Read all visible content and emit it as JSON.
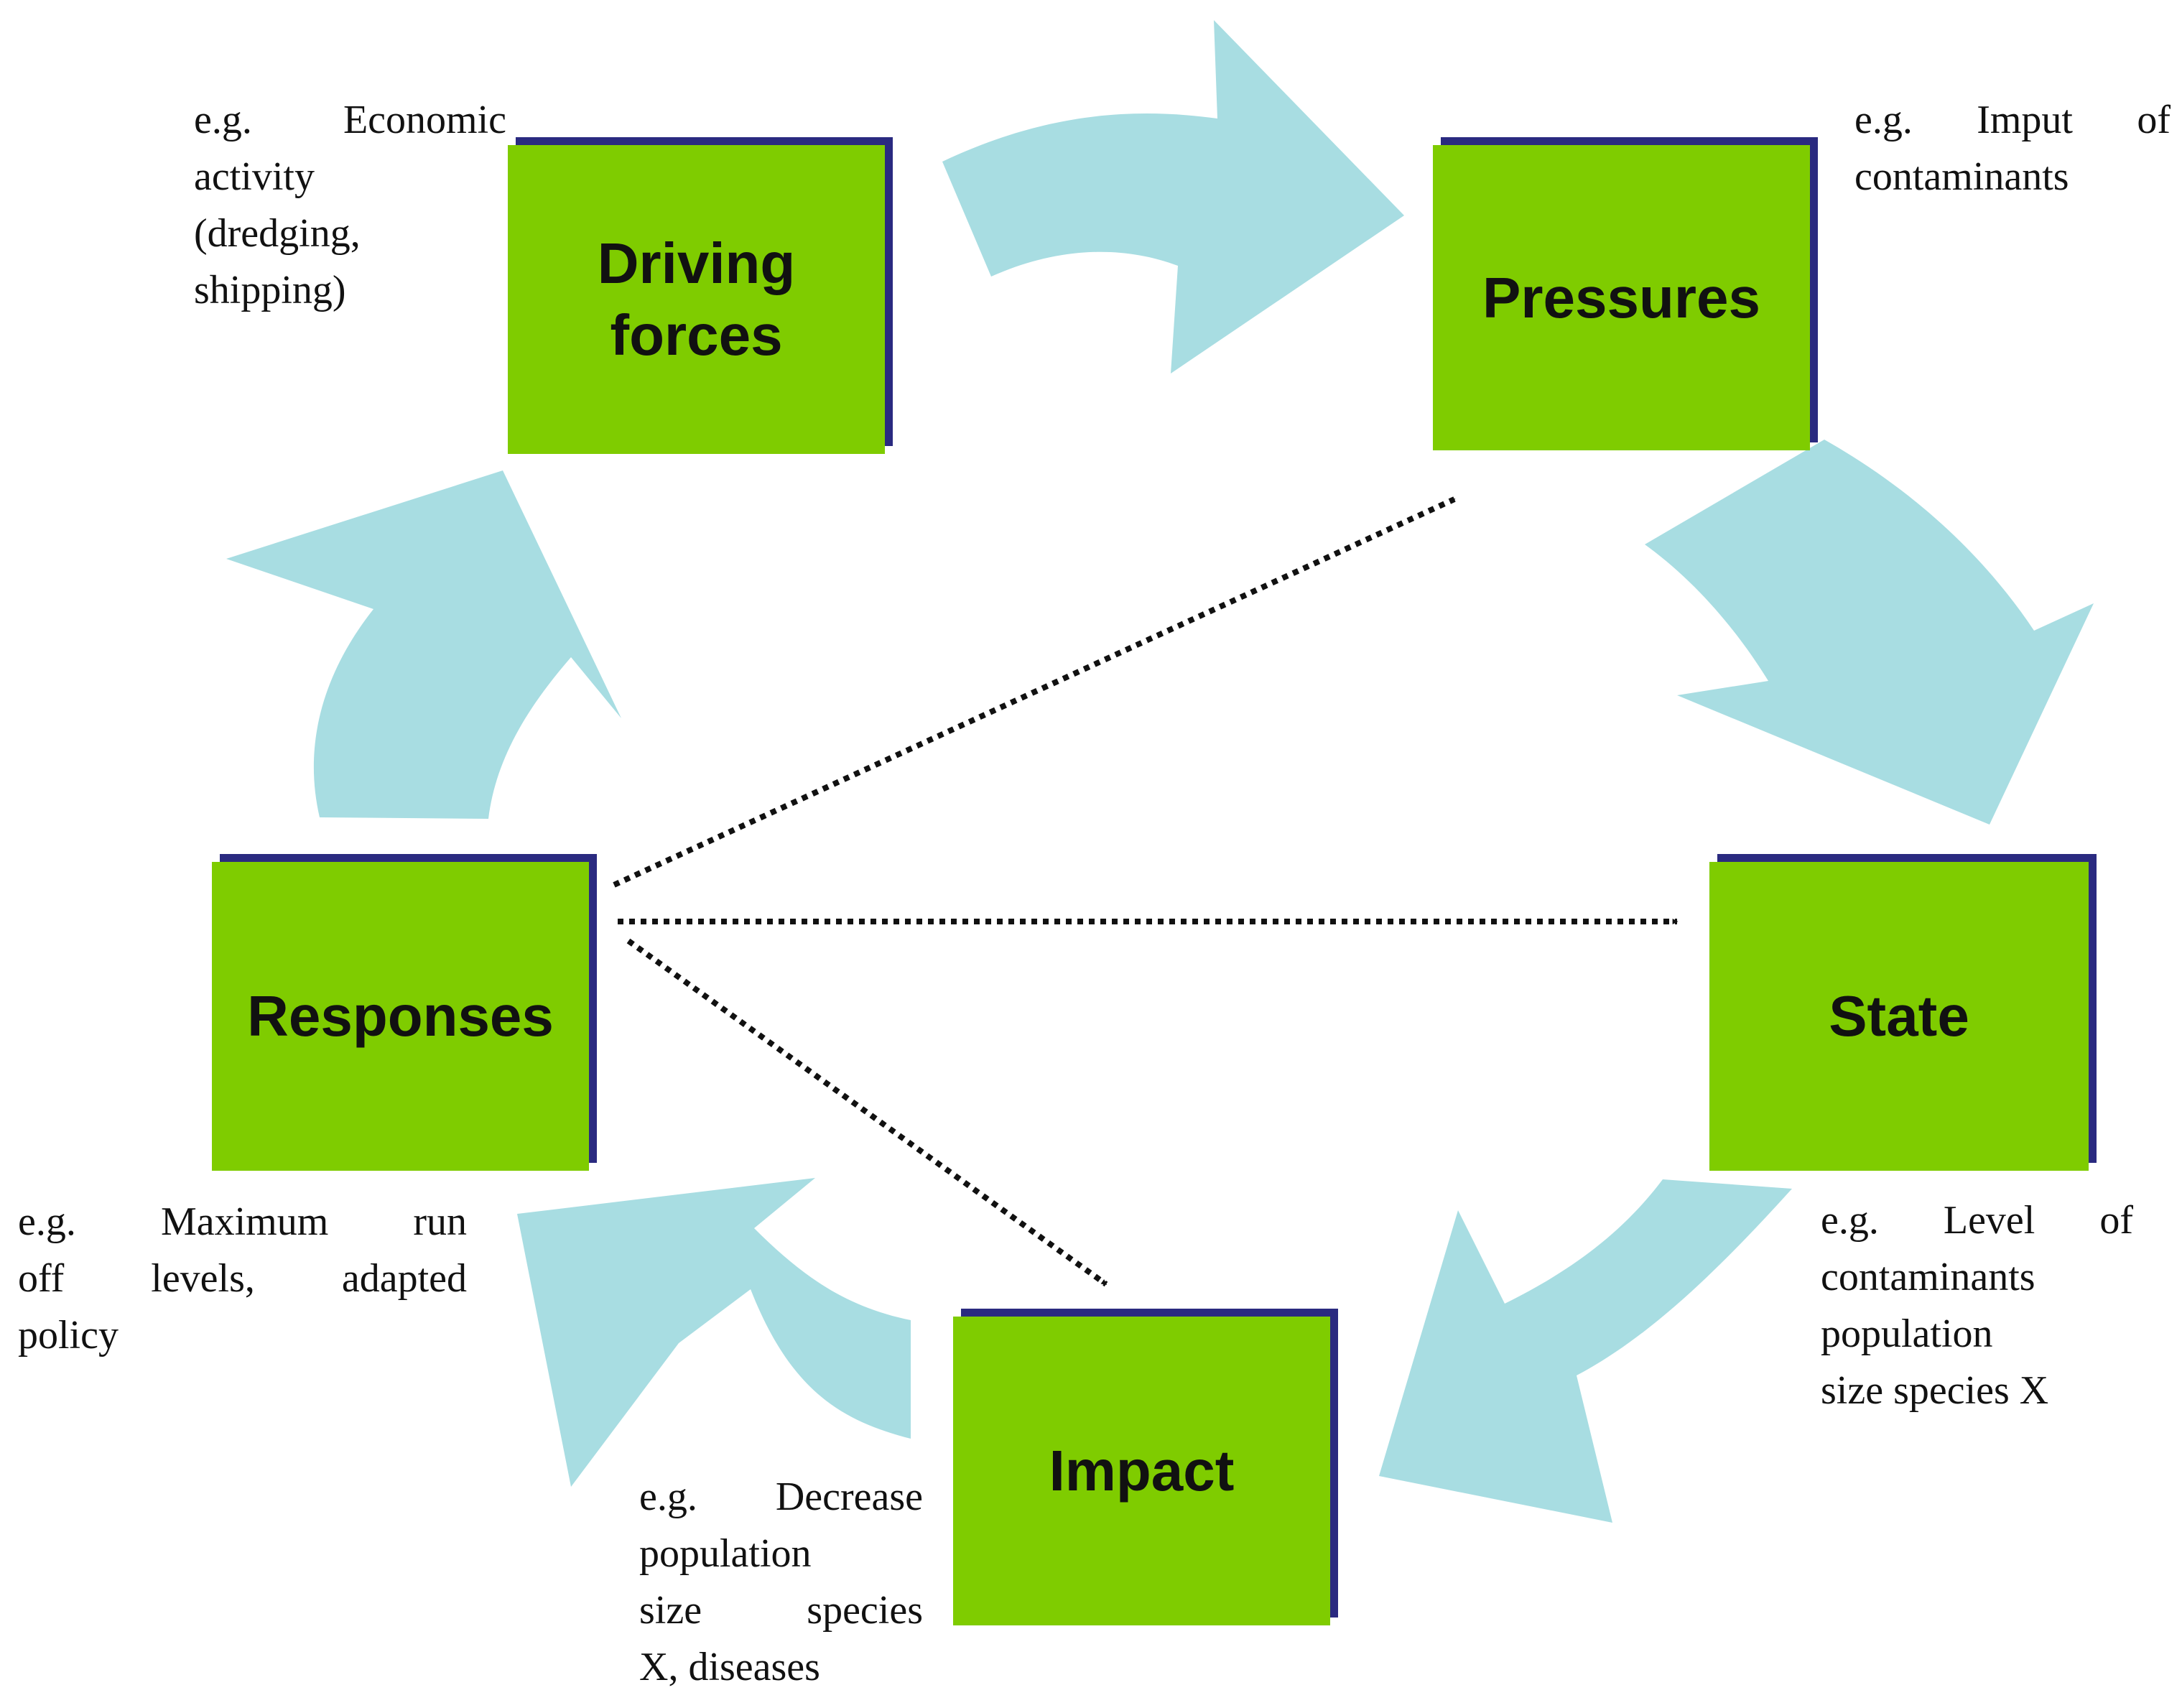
{
  "nodes": {
    "driving": {
      "lines": [
        "Driving",
        "forces"
      ]
    },
    "pressures": {
      "lines": [
        "Pressures"
      ]
    },
    "state": {
      "lines": [
        "State"
      ]
    },
    "impact": {
      "lines": [
        "Impact"
      ]
    },
    "responses": {
      "lines": [
        "Responses"
      ]
    }
  },
  "examples": {
    "driving": [
      "e.g. Economic",
      "activity",
      "(dredging,",
      "shipping)"
    ],
    "pressures": [
      "e.g. Imput of",
      "contaminants"
    ],
    "state": [
      "e.g. Level of",
      "contaminants",
      "population",
      "size species X"
    ],
    "impact": [
      "e.g. Decrease",
      "population",
      "size species",
      "X, diseases"
    ],
    "responses": [
      "e.g. Maximum run",
      "off levels, adapted",
      "policy"
    ]
  },
  "colors": {
    "box_fill": "#7fcc00",
    "box_shadow": "#2a2a80",
    "cycle_arrow": "#a8dde2",
    "dotted_arrow": "#111111"
  }
}
